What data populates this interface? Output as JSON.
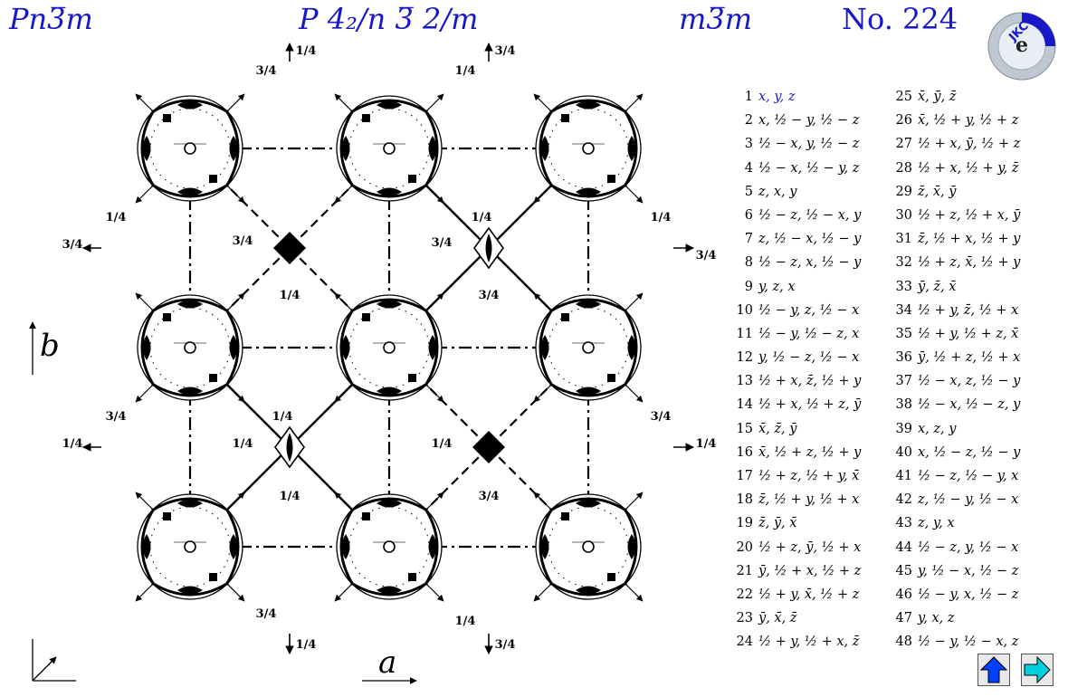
{
  "header": {
    "short_symbol": "Pn3̅m",
    "full_symbol": "P 4₂/n 3̅ 2/m",
    "point_group": "m3̅m",
    "number": "No. 224"
  },
  "logo": {
    "text": "JKC"
  },
  "axes": {
    "a": "a",
    "b": "b"
  },
  "fractions": {
    "quarter": "1/4",
    "three_quarter": "3/4"
  },
  "operations": [
    {
      "n": "1",
      "c": "x, y, z"
    },
    {
      "n": "2",
      "c": "x, ½ − y, ½ − z"
    },
    {
      "n": "3",
      "c": "½ − x, y, ½ − z"
    },
    {
      "n": "4",
      "c": "½ − x, ½ − y, z"
    },
    {
      "n": "5",
      "c": "z, x, y"
    },
    {
      "n": "6",
      "c": "½ − z, ½ − x, y"
    },
    {
      "n": "7",
      "c": "z, ½ − x, ½ − y"
    },
    {
      "n": "8",
      "c": "½ − z, x, ½ − y"
    },
    {
      "n": "9",
      "c": "y, z, x"
    },
    {
      "n": "10",
      "c": "½ − y, z, ½ − x"
    },
    {
      "n": "11",
      "c": "½ − y, ½ − z, x"
    },
    {
      "n": "12",
      "c": "y, ½ − z, ½ − x"
    },
    {
      "n": "13",
      "c": "½ + x, z̄, ½ + y"
    },
    {
      "n": "14",
      "c": "½ + x, ½ + z, ȳ"
    },
    {
      "n": "15",
      "c": "x̄, z̄, ȳ"
    },
    {
      "n": "16",
      "c": "x̄, ½ + z, ½ + y"
    },
    {
      "n": "17",
      "c": "½ + z, ½ + y, x̄"
    },
    {
      "n": "18",
      "c": "z̄, ½ + y, ½ + x"
    },
    {
      "n": "19",
      "c": "z̄, ȳ, x̄"
    },
    {
      "n": "20",
      "c": "½ + z, ȳ, ½ + x"
    },
    {
      "n": "21",
      "c": "ȳ, ½ + x, ½ + z"
    },
    {
      "n": "22",
      "c": "½ + y, x̄, ½ + z"
    },
    {
      "n": "23",
      "c": "ȳ, x̄, z̄"
    },
    {
      "n": "24",
      "c": "½ + y, ½ + x, z̄"
    },
    {
      "n": "25",
      "c": "x̄, ȳ, z̄"
    },
    {
      "n": "26",
      "c": "x̄, ½ + y, ½ + z"
    },
    {
      "n": "27",
      "c": "½ + x, ȳ, ½ + z"
    },
    {
      "n": "28",
      "c": "½ + x, ½ + y, z̄"
    },
    {
      "n": "29",
      "c": "z̄, x̄, ȳ"
    },
    {
      "n": "30",
      "c": "½ + z, ½ + x, ȳ"
    },
    {
      "n": "31",
      "c": "z̄, ½ + x, ½ + y"
    },
    {
      "n": "32",
      "c": "½ + z, x̄, ½ + y"
    },
    {
      "n": "33",
      "c": "ȳ, z̄, x̄"
    },
    {
      "n": "34",
      "c": "½ + y, z̄, ½ + x"
    },
    {
      "n": "35",
      "c": "½ + y, ½ + z, x̄"
    },
    {
      "n": "36",
      "c": "ȳ, ½ + z, ½ + x"
    },
    {
      "n": "37",
      "c": "½ − x, z, ½ − y"
    },
    {
      "n": "38",
      "c": "½ − x, ½ − z, y"
    },
    {
      "n": "39",
      "c": "x, z, y"
    },
    {
      "n": "40",
      "c": "x, ½ − z, ½ − y"
    },
    {
      "n": "41",
      "c": "½ − z, ½ − y, x"
    },
    {
      "n": "42",
      "c": "z, ½ − y, ½ − x"
    },
    {
      "n": "43",
      "c": "z, y, x"
    },
    {
      "n": "44",
      "c": "½ − z, y, ½ − x"
    },
    {
      "n": "45",
      "c": "y, ½ − x, ½ − z"
    },
    {
      "n": "46",
      "c": "½ − y, x, ½ − z"
    },
    {
      "n": "47",
      "c": "y, x, z"
    },
    {
      "n": "48",
      "c": "½ − y, ½ − x, z"
    }
  ],
  "colors": {
    "title": "#1818c8",
    "button": "#0040ff",
    "button_next": "#00d0e0"
  },
  "nav": {
    "up_icon": "arrow-up-icon",
    "next_icon": "arrow-right-icon"
  }
}
